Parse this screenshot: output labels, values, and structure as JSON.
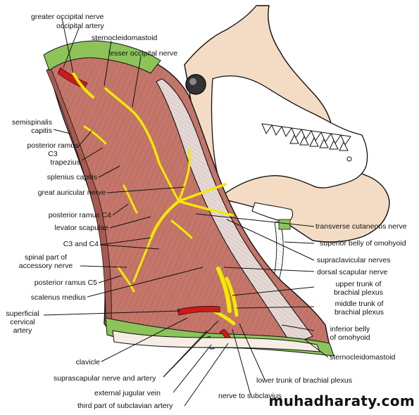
{
  "labels": {
    "greater_occipital_nerve": "greater occipital nerve",
    "occipital_artery": "occipital artery",
    "sternocleidomastoid_top": "sternocleidomastoid",
    "lesser_occipital_nerve": "lesser occipital nerve",
    "semispinalis_capitis": "semispinalis\ncapitis",
    "posterior_ramus_c3": "posterior ramus\nC3",
    "trapezius": "trapezius",
    "splenius_capitis": "splenius capitis",
    "great_auricular_nerve": "great auricular nerve",
    "posterior_ramus_c4": "posterior ramus C4",
    "levator_scapulae": "levator scapulae",
    "c3_and_c4": "C3 and C4",
    "spinal_part_accessory": "spinal part of\naccessory nerve",
    "posterior_ramus_c5": "posterior ramus C5",
    "scalenus_medius": "scalenus medius",
    "superficial_cervical_artery": "superficial\ncervical\nartery",
    "clavicle": "clavicle",
    "suprascapular_nerve_artery": "suprascapular nerve and artery",
    "external_jugular_vein": "external jugular vein",
    "third_part_subclavian": "third part of subclavian artery",
    "nerve_to_subclavius": "nerve to subclavius",
    "lower_trunk": "lower trunk  of brachial plexus",
    "transverse_cutaneous": "transverse cutaneous nerve",
    "superior_belly_omohyoid": "superior belly of omohyoid",
    "supraclavicular_nerves": "supraclavicular nerves",
    "dorsal_scapular_nerve": "dorsal scapular nerve",
    "upper_trunk": "upper trunk of\nbrachial plexus",
    "middle_trunk": "middle trunk of\nbrachial plexus",
    "inferior_belly_omohyoid": "inferior belly\nof omohyoid",
    "sternocleidomastoid_bottom": "sternocleidomastoid"
  },
  "watermark": "muhadharaty.com",
  "colors": {
    "muscle": "#c4766a",
    "muscle_dark": "#a85a50",
    "skin": "#f4dcc4",
    "nerve": "#f2ea00",
    "green": "#8cc45a",
    "artery": "#d01818",
    "vein": "#3a7fd0",
    "bone": "#ffffff",
    "outline": "#111111"
  }
}
